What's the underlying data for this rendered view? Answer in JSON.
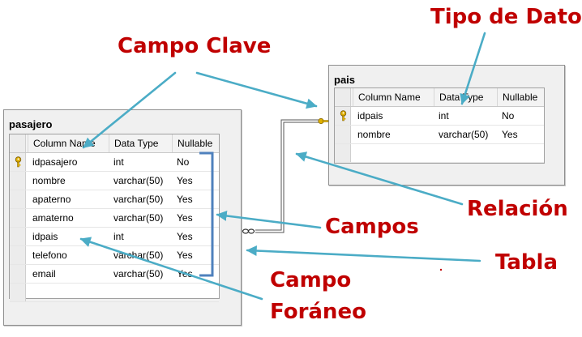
{
  "tables": {
    "pasajero": {
      "name": "pasajero",
      "headers": [
        "Column Name",
        "Data Type",
        "Nullable"
      ],
      "rows": [
        {
          "col": "idpasajero",
          "type": "int",
          "nullable": "No",
          "key": true
        },
        {
          "col": "nombre",
          "type": "varchar(50)",
          "nullable": "Yes",
          "key": false
        },
        {
          "col": "apaterno",
          "type": "varchar(50)",
          "nullable": "Yes",
          "key": false
        },
        {
          "col": "amaterno",
          "type": "varchar(50)",
          "nullable": "Yes",
          "key": false
        },
        {
          "col": "idpais",
          "type": "int",
          "nullable": "Yes",
          "key": false
        },
        {
          "col": "telefono",
          "type": "varchar(50)",
          "nullable": "Yes",
          "key": false
        },
        {
          "col": "email",
          "type": "varchar(50)",
          "nullable": "Yes",
          "key": false
        }
      ]
    },
    "pais": {
      "name": "pais",
      "headers": [
        "Column Name",
        "Data Type",
        "Nullable"
      ],
      "rows": [
        {
          "col": "idpais",
          "type": "int",
          "nullable": "No",
          "key": true
        },
        {
          "col": "nombre",
          "type": "varchar(50)",
          "nullable": "Yes",
          "key": false
        }
      ]
    }
  },
  "annotations": {
    "campo_clave": "Campo Clave",
    "tipo_de_dato": "Tipo de Dato",
    "relacion": "Relación",
    "campos": "Campos",
    "tabla": "Tabla",
    "campo_foraneo_1": "Campo",
    "campo_foraneo_2": "Foráneo"
  },
  "colors": {
    "label": "#c00000",
    "arrow": "#4bacc6",
    "bracket": "#4f81bd",
    "key_icon": "#e0b000"
  },
  "icons": {
    "primary_key": "key-icon",
    "relationship_end": "infinity-icon"
  }
}
